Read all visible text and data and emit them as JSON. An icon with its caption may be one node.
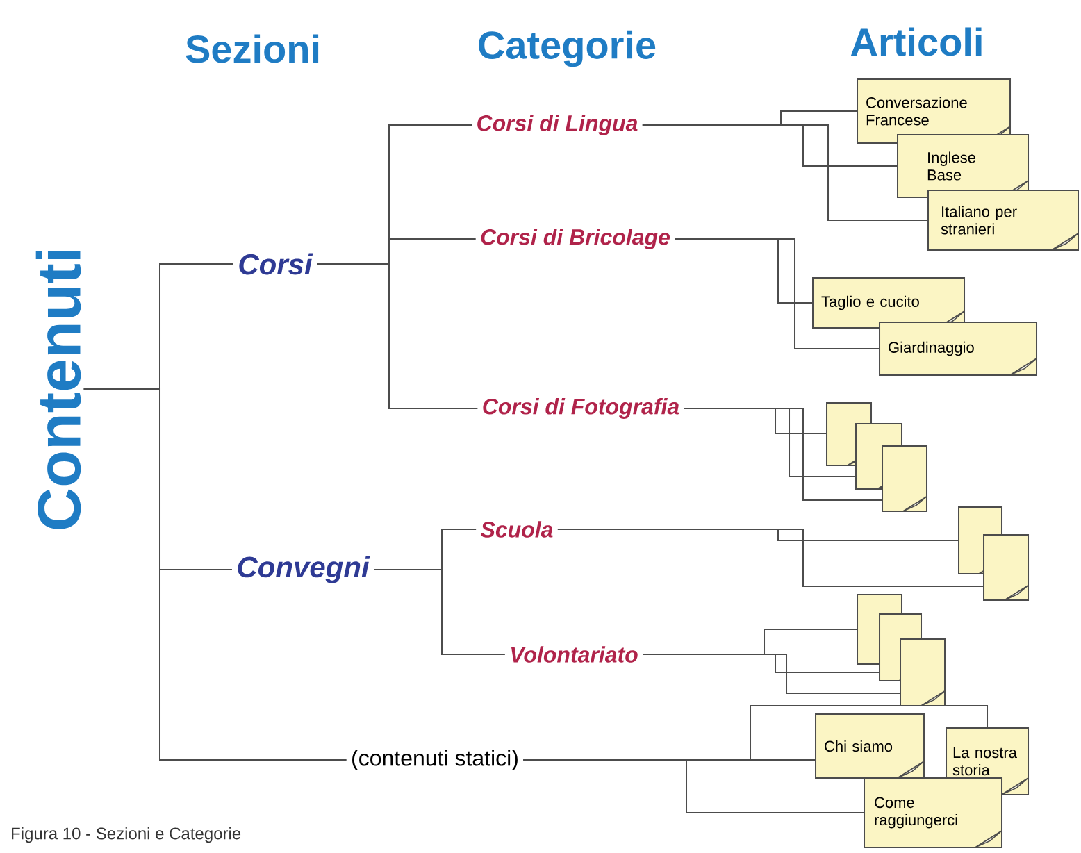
{
  "diagram": {
    "caption": "Figura 10 - Sezioni e Categorie",
    "nodes": [
      {
        "text": [
          "Contenuti"
        ]
      },
      {
        "text": [
          "Corsi"
        ]
      },
      {
        "text": [
          "Convegni"
        ]
      },
      {
        "text": [
          "(contenuti statici)"
        ]
      },
      {
        "text": [
          "Corsi di Lingua"
        ]
      },
      {
        "text": [
          "Corsi di Bricolage"
        ]
      },
      {
        "text": [
          "Corsi di Fotografia"
        ]
      },
      {
        "text": [
          "Scuola"
        ]
      },
      {
        "text": [
          "Volontariato"
        ]
      },
      {
        "text": [
          "Conversazione Francese"
        ]
      },
      {
        "text": [
          "Inglese Base"
        ]
      },
      {
        "text": [
          "Italiano per stranieri"
        ]
      },
      {
        "text": [
          "Taglio e cucito"
        ]
      },
      {
        "text": [
          "Giardinaggio"
        ]
      },
      {
        "text": [],
        "shape": "box"
      },
      {
        "text": [],
        "shape": "box"
      },
      {
        "text": [],
        "shape": "box"
      },
      {
        "text": [],
        "shape": "box"
      },
      {
        "text": [],
        "shape": "box"
      },
      {
        "text": [],
        "shape": "box"
      },
      {
        "text": [],
        "shape": "box"
      },
      {
        "text": [],
        "shape": "box"
      },
      {
        "text": [
          "Chi siamo"
        ]
      },
      {
        "text": [
          "La nostra storia"
        ]
      },
      {
        "text": [
          "Come raggiungerci"
        ]
      }
    ],
    "edges": [
      {
        "from": 0,
        "to": 1,
        "arrow": "none"
      },
      {
        "from": 0,
        "to": 2,
        "arrow": "none"
      },
      {
        "from": 0,
        "to": 3,
        "arrow": "none"
      },
      {
        "from": 1,
        "to": 4,
        "arrow": "none"
      },
      {
        "from": 1,
        "to": 5,
        "arrow": "none"
      },
      {
        "from": 1,
        "to": 6,
        "arrow": "none"
      },
      {
        "from": 2,
        "to": 7,
        "arrow": "none"
      },
      {
        "from": 2,
        "to": 8,
        "arrow": "none"
      },
      {
        "from": 4,
        "to": 9,
        "arrow": "none"
      },
      {
        "from": 4,
        "to": 10,
        "arrow": "none"
      },
      {
        "from": 4,
        "to": 11,
        "arrow": "none"
      },
      {
        "from": 5,
        "to": 12,
        "arrow": "none"
      },
      {
        "from": 5,
        "to": 13,
        "arrow": "none"
      },
      {
        "from": 6,
        "to": 14,
        "arrow": "none"
      },
      {
        "from": 6,
        "to": 15,
        "arrow": "none"
      },
      {
        "from": 6,
        "to": 16,
        "arrow": "none"
      },
      {
        "from": 7,
        "to": 17,
        "arrow": "none"
      },
      {
        "from": 7,
        "to": 18,
        "arrow": "none"
      },
      {
        "from": 8,
        "to": 19,
        "arrow": "none"
      },
      {
        "from": 8,
        "to": 20,
        "arrow": "none"
      },
      {
        "from": 8,
        "to": 21,
        "arrow": "none"
      },
      {
        "from": 3,
        "to": 22,
        "arrow": "none"
      },
      {
        "from": 3,
        "to": 23,
        "arrow": "none"
      },
      {
        "from": 3,
        "to": 24,
        "arrow": "none"
      }
    ],
    "labels": [
      "Sezioni",
      "Categorie",
      "Articoli"
    ]
  }
}
